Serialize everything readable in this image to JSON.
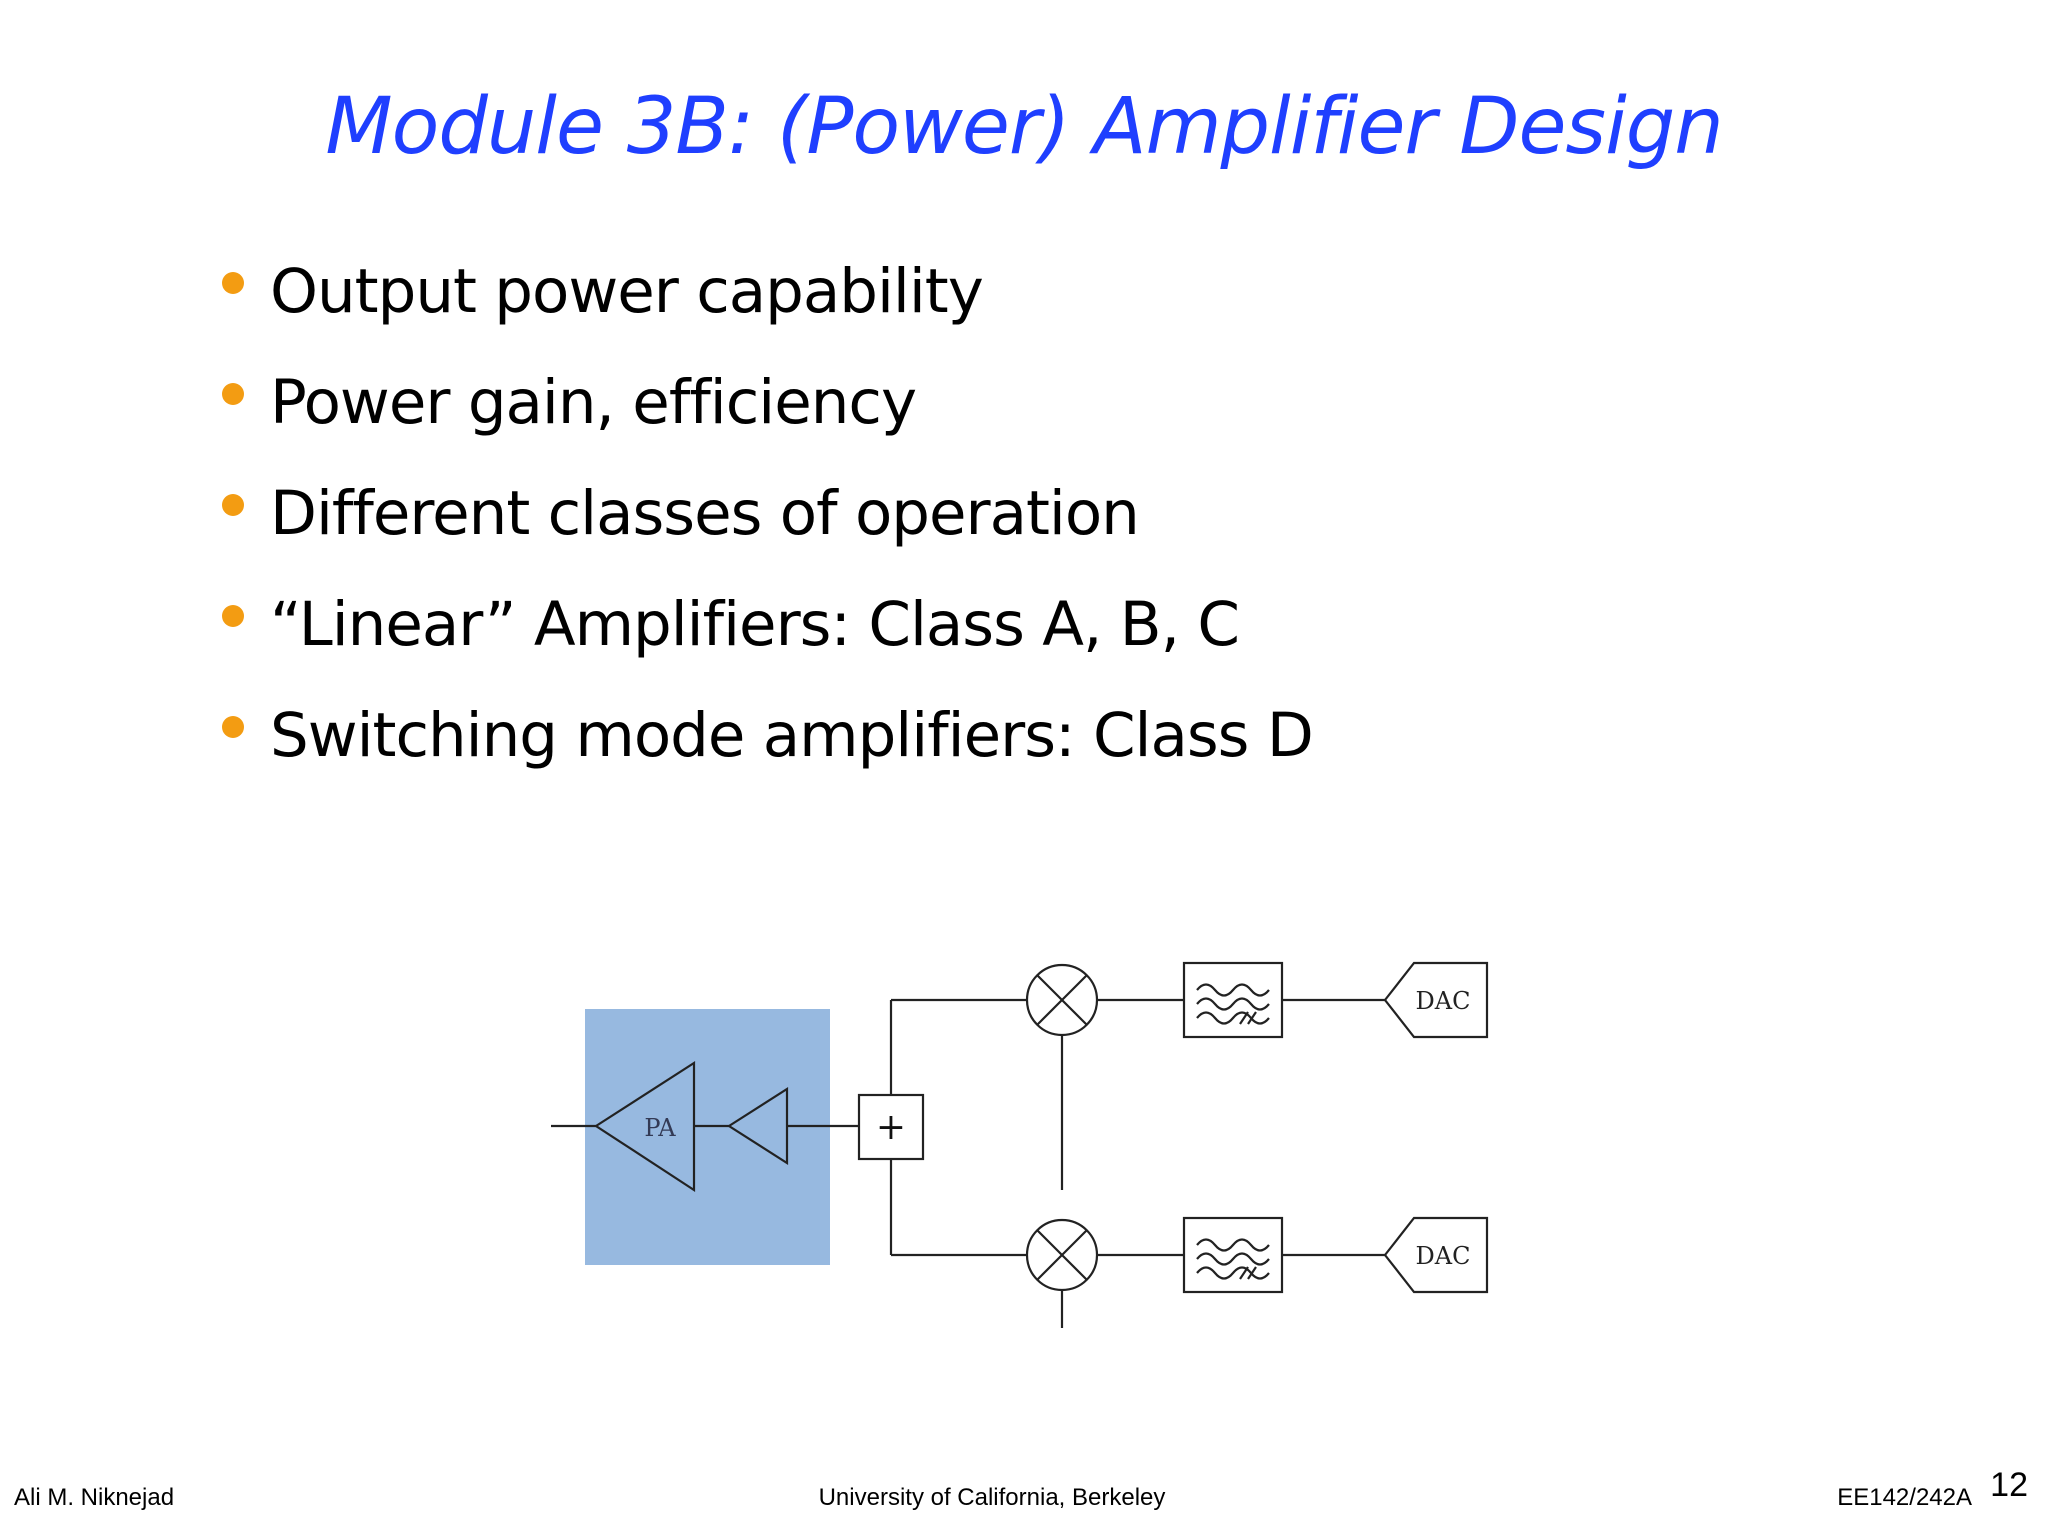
{
  "slide": {
    "title": "Module 3B:  (Power) Amplifier Design",
    "bullets": [
      "Output power capability",
      "Power gain, efficiency",
      "Different classes of operation",
      "“Linear” Amplifiers: Class A, B, C",
      "Switching mode amplifiers:  Class D"
    ]
  },
  "diagram": {
    "pa_label": "PA",
    "adder_symbol": "+",
    "dac_top_label": "DAC",
    "dac_bottom_label": "DAC"
  },
  "footer": {
    "author": "Ali M. Niknejad",
    "institution": "University of California, Berkeley",
    "course": "EE142/242A",
    "page_number": "12"
  },
  "colors": {
    "title": "#1f3fff",
    "bullet": "#f39c12",
    "pa_highlight": "#97b9e0",
    "line": "#222222"
  }
}
